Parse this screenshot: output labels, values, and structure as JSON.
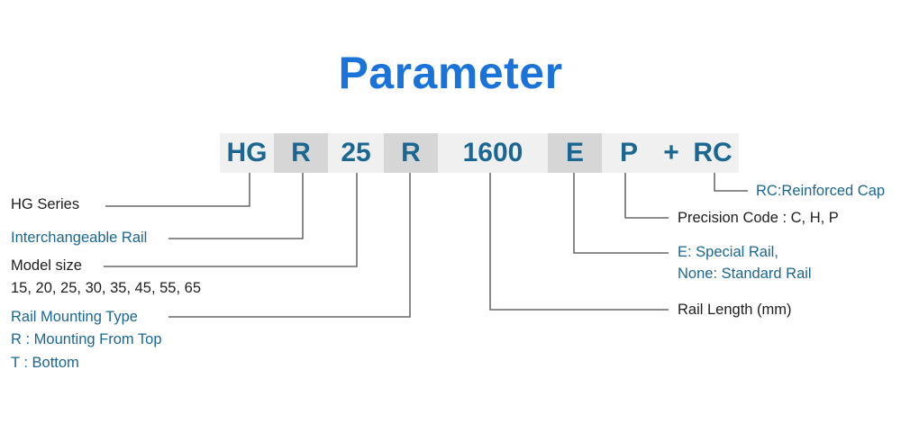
{
  "colors": {
    "title": "#1a73d8",
    "code_text": "#1b6791",
    "code_bg_light": "#f0f0f0",
    "code_bg_dark": "#d6d6d6",
    "label_dark": "#1e1e1e",
    "label_blue": "#1b6791",
    "line": "#4a4a4a"
  },
  "title": "Parameter",
  "code": [
    "HG",
    "R",
    "25",
    "R",
    "1600",
    "E",
    "P",
    "+",
    "RC"
  ],
  "left_labels": {
    "hg_series": "HG Series",
    "interchangeable": "Interchangeable Rail",
    "model_size": "Model size",
    "model_size_values": "15, 20, 25, 30, 35, 45, 55, 65",
    "mounting_type": "Rail Mounting Type",
    "mounting_r": "R : Mounting From Top",
    "mounting_t": "T : Bottom"
  },
  "right_labels": {
    "reinforced_cap": "RC:Reinforced Cap",
    "precision": "Precision Code : C, H, P",
    "special_rail": "E: Special Rail,",
    "standard_rail": "None: Standard Rail",
    "rail_length": "Rail Length (mm)"
  }
}
